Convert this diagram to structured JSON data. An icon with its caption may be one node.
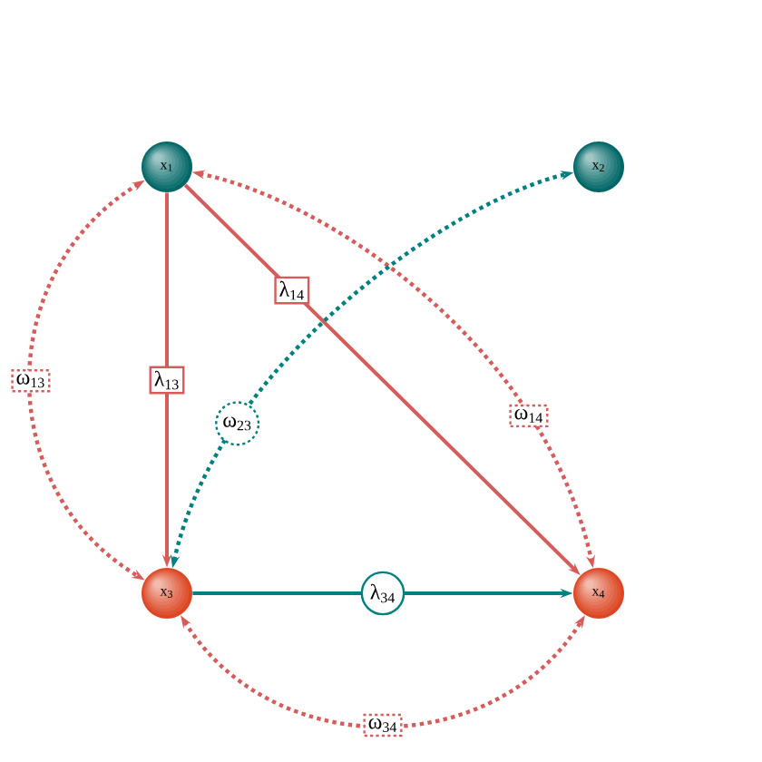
{
  "diagram": {
    "nodes": [
      {
        "text": [
          "x$_{1}$"
        ]
      },
      {
        "text": [
          "x$_{2}$"
        ]
      },
      {
        "text": [
          "x$_{3}$"
        ]
      },
      {
        "text": [
          "x$_{4}$"
        ]
      }
    ],
    "edges": [
      {
        "from": 0,
        "to": 2,
        "arrow": "to",
        "label": "λ$_{13}$"
      },
      {
        "from": 0,
        "to": 3,
        "arrow": "to",
        "label": "λ$_{14}$"
      },
      {
        "from": 2,
        "to": 3,
        "arrow": "to",
        "label": "λ$_{34}$",
        "color": "#008080"
      },
      {
        "from": 0,
        "to": 2,
        "arrow": "both",
        "label": "ω$_{13}$",
        "style": "dashed"
      },
      {
        "from": 0,
        "to": 3,
        "arrow": "both",
        "label": "ω$_{14}$",
        "style": "dashed"
      },
      {
        "from": 2,
        "to": 3,
        "arrow": "both",
        "label": "ω$_{34}$",
        "style": "dashed"
      },
      {
        "from": 2,
        "to": 1,
        "arrow": "both",
        "label": "ω$_{23}$",
        "style": "dashed",
        "color": "#008080"
      }
    ]
  }
}
